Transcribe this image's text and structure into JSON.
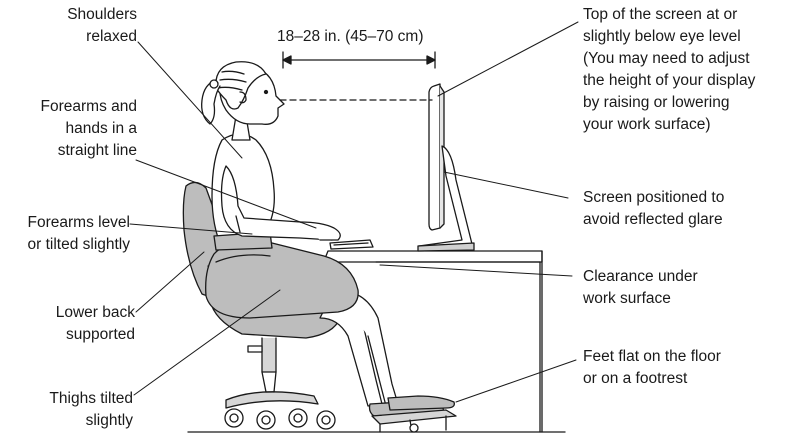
{
  "labels": {
    "shoulders": [
      "Shoulders",
      "relaxed"
    ],
    "forearms_hands": [
      "Forearms and",
      "hands in a",
      "straight line"
    ],
    "forearms_level": [
      "Forearms level",
      "or tilted slightly"
    ],
    "lower_back": [
      "Lower back",
      "supported"
    ],
    "thighs": [
      "Thighs tilted",
      "slightly"
    ],
    "distance": "18–28 in. (45–70 cm)",
    "screen_top": [
      "Top of the screen at or",
      "slightly below eye level",
      "(You may need to adjust",
      "the height of your display",
      "by raising or lowering",
      "your work surface)"
    ],
    "screen_glare": [
      "Screen positioned to",
      "avoid reflected glare"
    ],
    "clearance": [
      "Clearance under",
      "work surface"
    ],
    "feet": [
      "Feet flat on the floor",
      "or on a footrest"
    ]
  },
  "colors": {
    "line": "#1a1a1a",
    "fill_gray": "#bdbdbd",
    "fill_light": "#e6e6e6",
    "fill_white": "#ffffff"
  }
}
